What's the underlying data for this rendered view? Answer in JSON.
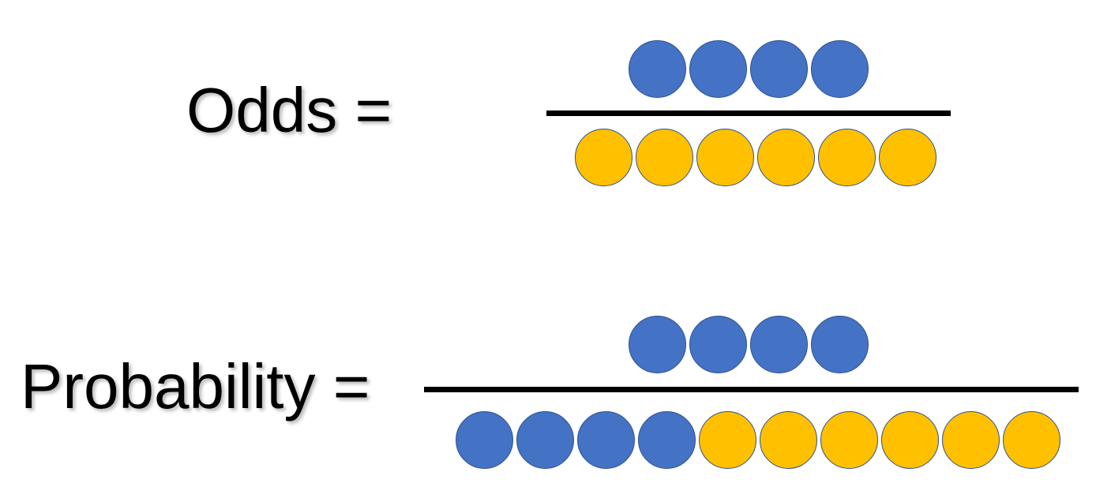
{
  "odds": {
    "label": "Odds =",
    "numerator": [
      "blue",
      "blue",
      "blue",
      "blue"
    ],
    "denominator": [
      "yellow",
      "yellow",
      "yellow",
      "yellow",
      "yellow",
      "yellow"
    ]
  },
  "probability": {
    "label": "Probability =",
    "numerator": [
      "blue",
      "blue",
      "blue",
      "blue"
    ],
    "denominator": [
      "blue",
      "blue",
      "blue",
      "blue",
      "yellow",
      "yellow",
      "yellow",
      "yellow",
      "yellow",
      "yellow"
    ]
  },
  "colors": {
    "blue": "#4472c4",
    "yellow": "#ffc000",
    "outline": "#2f528f",
    "bar": "#000000"
  }
}
